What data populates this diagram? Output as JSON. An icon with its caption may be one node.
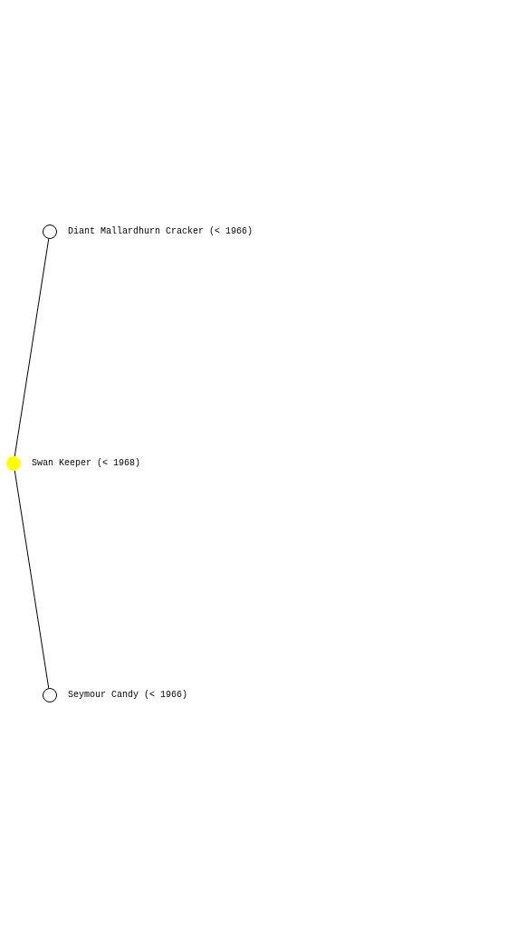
{
  "diagram": {
    "nodes": [
      {
        "text": [],
        "shape": "circle",
        "beside": [
          "Diant Mallardhurn Cracker (< 1966)"
        ]
      },
      {
        "text": [],
        "shape": "circle",
        "beside": [
          "Swan Keeper (< 1968)"
        ]
      },
      {
        "text": [],
        "shape": "circle",
        "beside": [
          "Seymour Candy (< 1966)"
        ]
      }
    ],
    "edges": [
      {
        "from": 1,
        "to": 0,
        "arrow": "none"
      },
      {
        "from": 1,
        "to": 2,
        "arrow": "none"
      }
    ]
  }
}
